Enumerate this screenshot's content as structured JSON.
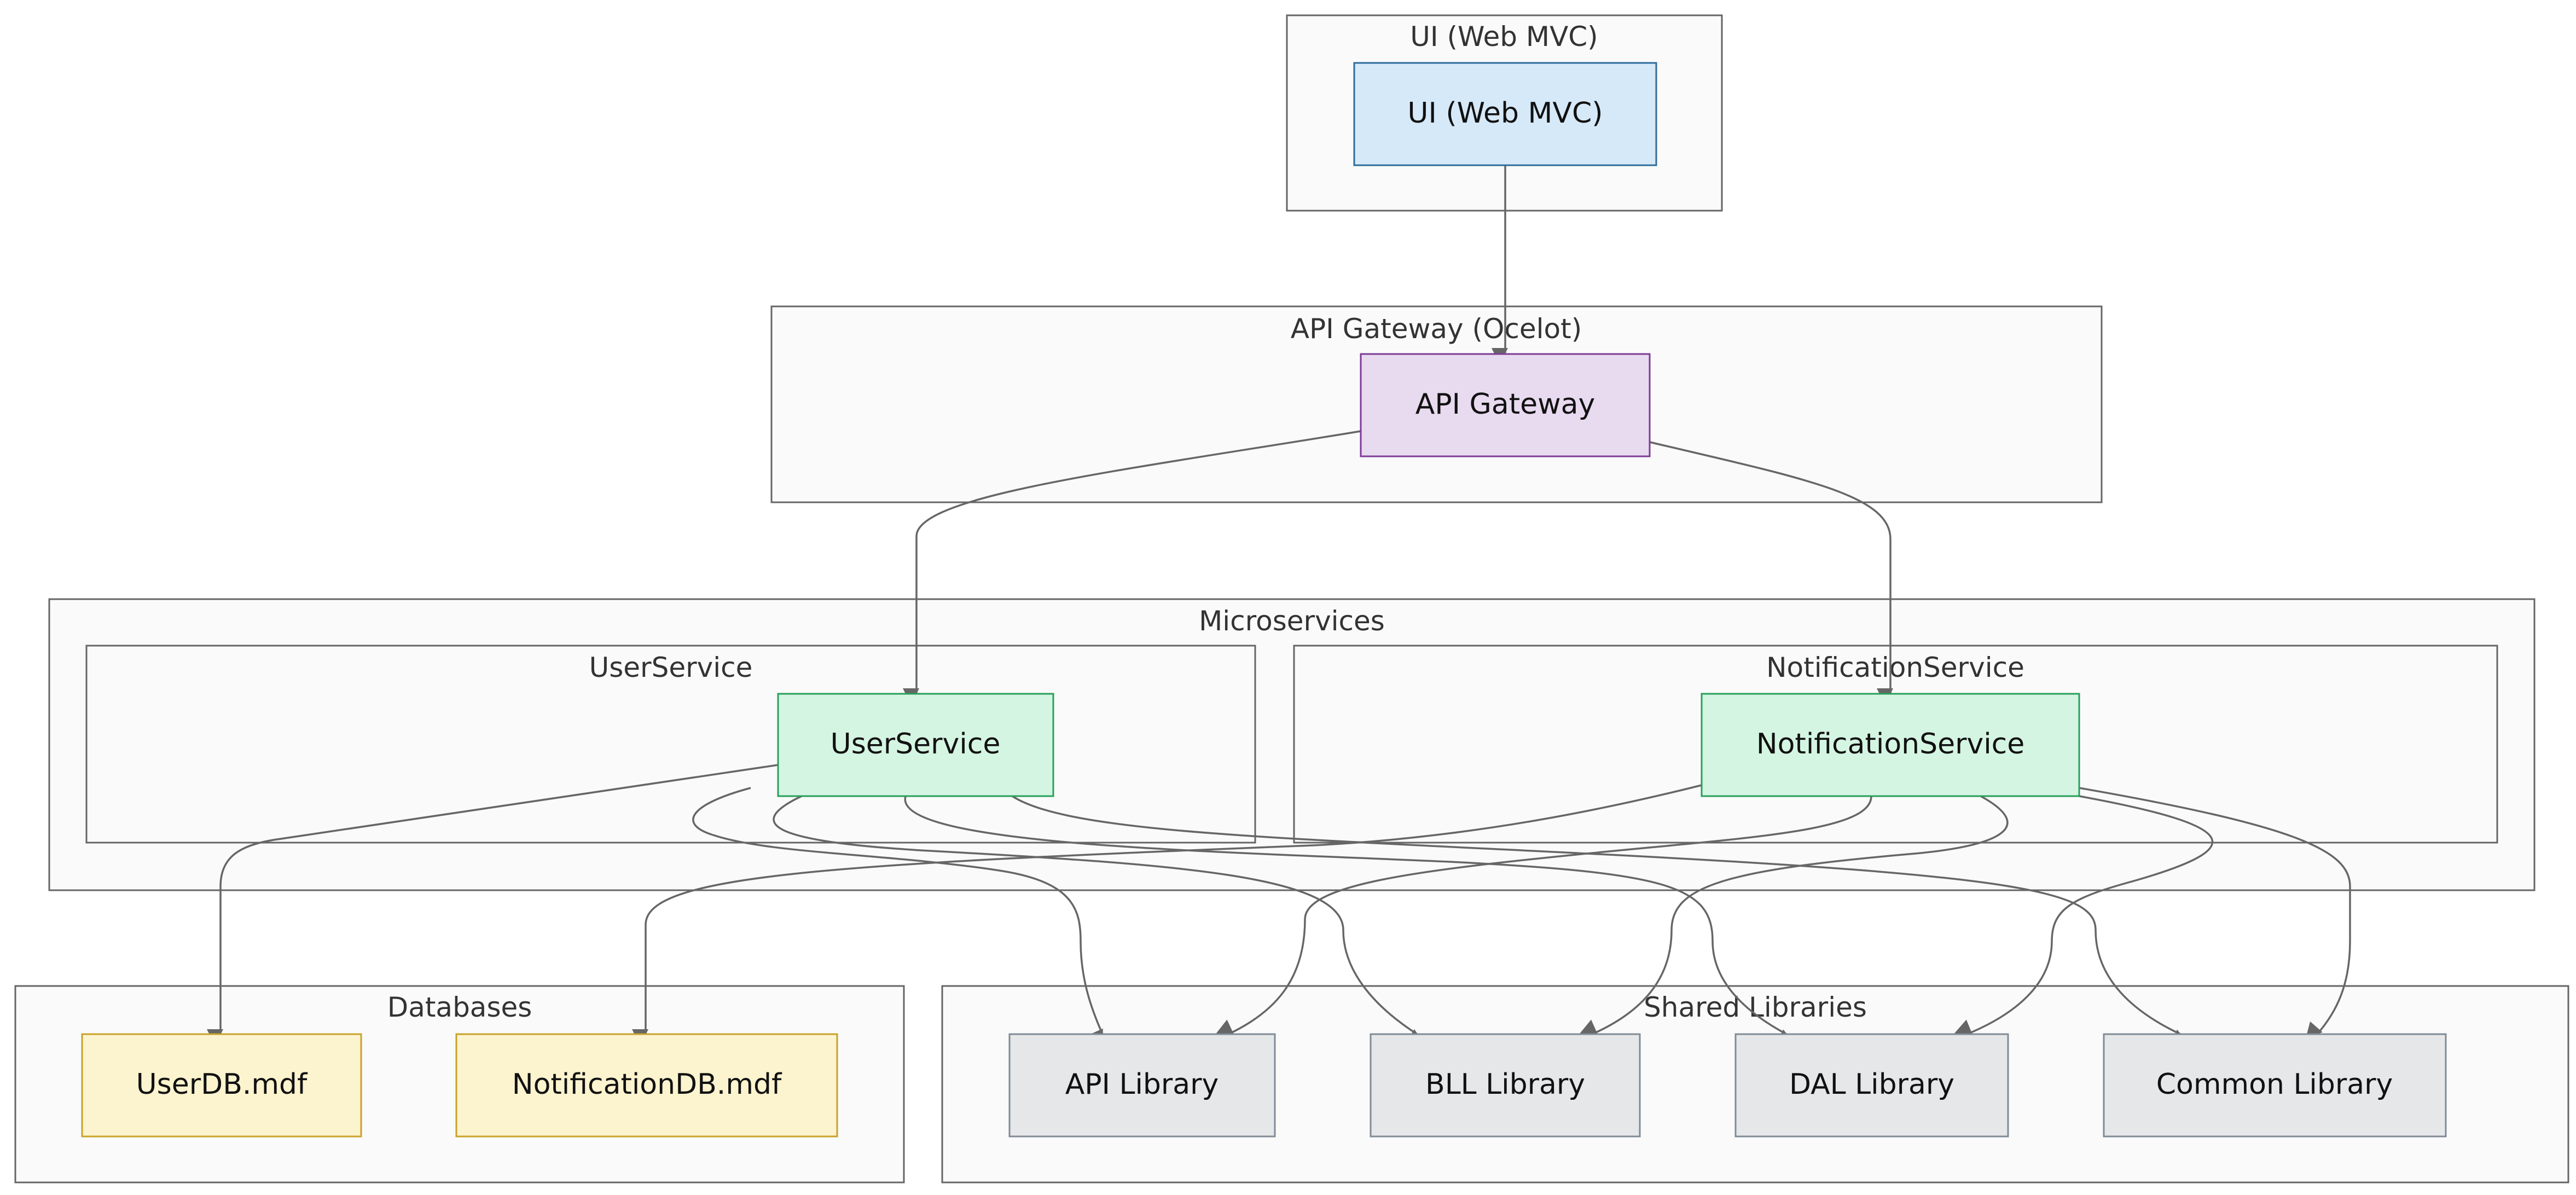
{
  "colors": {
    "ui_fill": "#d6e9f8",
    "ui_stroke": "#2f6c9a",
    "gateway_fill": "#e8daef",
    "gateway_stroke": "#7d3c98",
    "service_fill": "#d5f5e3",
    "service_stroke": "#27a05a",
    "db_fill": "#fcf3cf",
    "db_stroke": "#c9a227",
    "lib_fill": "#e5e7e9",
    "lib_stroke": "#808b96",
    "edge": "#666666"
  },
  "clusters": {
    "ui": "UI (Web MVC)",
    "gateway": "API Gateway (Ocelot)",
    "microservices": "Microservices",
    "userservice": "UserService",
    "notificationservice": "NotificationService",
    "databases": "Databases",
    "shared": "Shared Libraries"
  },
  "nodes": {
    "ui": "UI (Web MVC)",
    "gateway": "API Gateway",
    "userservice": "UserService",
    "notificationservice": "NotificationService",
    "userdb": "UserDB.mdf",
    "notificationdb": "NotificationDB.mdf",
    "api_lib": "API Library",
    "bll_lib": "BLL Library",
    "dal_lib": "DAL Library",
    "common_lib": "Common Library"
  }
}
